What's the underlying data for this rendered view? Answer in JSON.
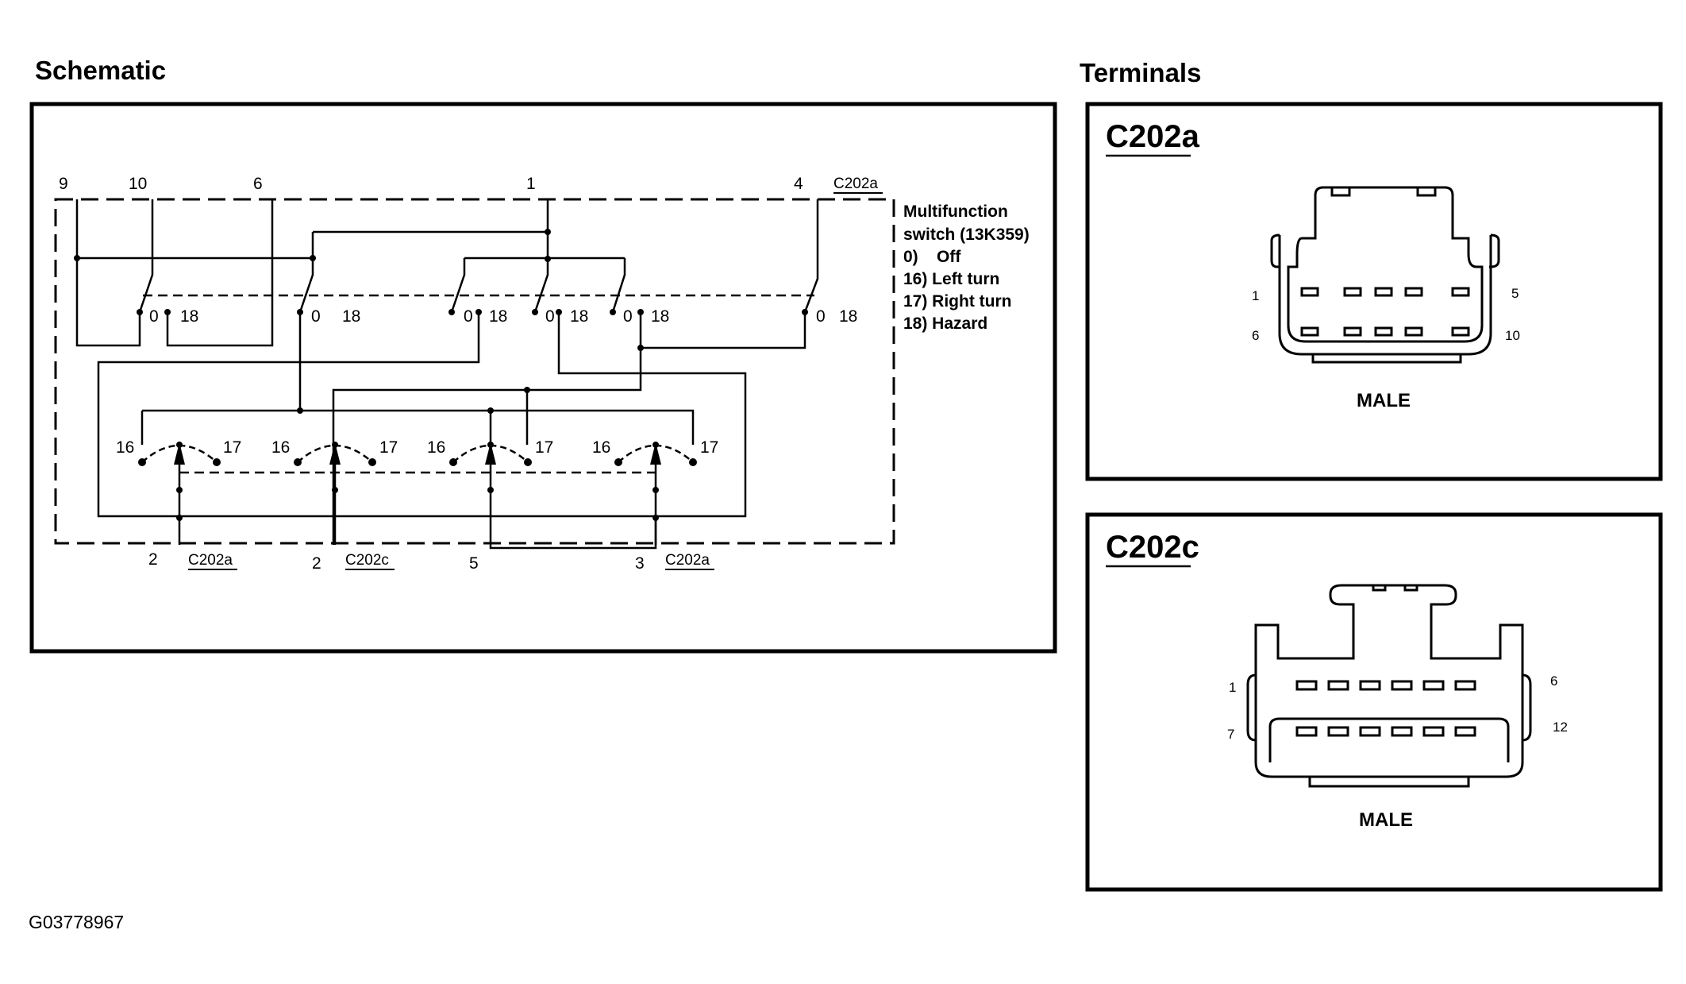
{
  "schematic": {
    "title": "Schematic",
    "top_pins": [
      "9",
      "10",
      "6",
      "1",
      "4"
    ],
    "top_connector": "C202a",
    "switch_label": {
      "name_line1": "Multifunction",
      "name_line2": "switch (13K359)",
      "positions": [
        "0)    Off",
        "16) Left turn",
        "17) Right turn",
        "18) Hazard"
      ]
    },
    "contact_labels": {
      "off": "0",
      "hazard": "18",
      "left": "16",
      "right": "17"
    },
    "bottom_pins": [
      {
        "pin": "2",
        "connector": "C202a"
      },
      {
        "pin": "2",
        "connector": "C202c"
      },
      {
        "pin": "5",
        "connector": ""
      },
      {
        "pin": "3",
        "connector": "C202a"
      }
    ]
  },
  "terminals": {
    "title": "Terminals",
    "connectors": [
      {
        "name": "C202a",
        "pins": {
          "top_left": "1",
          "top_right": "5",
          "bottom_left": "6",
          "bottom_right": "10"
        },
        "gender": "MALE"
      },
      {
        "name": "C202c",
        "pins": {
          "top_left": "1",
          "top_right": "6",
          "bottom_left": "7",
          "bottom_right": "12"
        },
        "gender": "MALE"
      }
    ]
  },
  "figure_id": "G03778967"
}
